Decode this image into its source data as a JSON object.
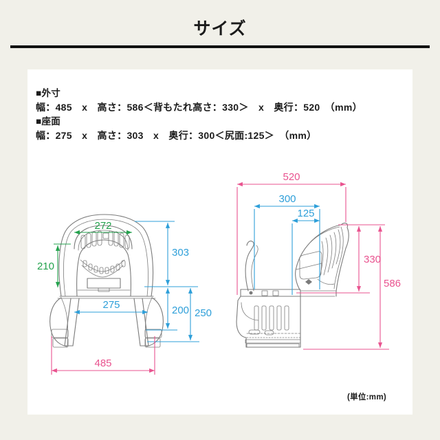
{
  "title": "サイズ",
  "specs": {
    "outer_heading": "■外寸",
    "outer_line": "幅：485　x　高さ：586＜背もたれ高さ：330＞　x　奥行：520　（mm）",
    "seat_heading": "■座面",
    "seat_line": "幅：275　x　高さ：303　x　奥行：300＜尻面:125＞　（mm）"
  },
  "unit_note": "(単位:mm)",
  "colors": {
    "bg": "#f1f0e9",
    "panel": "#ffffff",
    "ink": "#1b1b1b",
    "line-art": "#7b7b7b",
    "dim-green": "#23a24d",
    "dim-blue": "#2e9fd9",
    "dim-pink": "#e9538f"
  },
  "front_view": {
    "dims": {
      "inner_top_width": {
        "value": "272",
        "color": "green"
      },
      "back_inner_height": {
        "value": "210",
        "color": "green"
      },
      "upper_height": {
        "value": "303",
        "color": "blue"
      },
      "seat_width": {
        "value": "275",
        "color": "blue"
      },
      "lower_height": {
        "value": "200",
        "color": "blue"
      },
      "lower_outer_height": {
        "value": "250",
        "color": "blue"
      },
      "total_width": {
        "value": "485",
        "color": "pink"
      }
    }
  },
  "side_view": {
    "dims": {
      "total_depth": {
        "value": "520",
        "color": "pink"
      },
      "seat_depth": {
        "value": "300",
        "color": "blue"
      },
      "hip_depth": {
        "value": "125",
        "color": "blue"
      },
      "backrest_height": {
        "value": "330",
        "color": "pink"
      },
      "total_height": {
        "value": "586",
        "color": "pink"
      }
    }
  }
}
